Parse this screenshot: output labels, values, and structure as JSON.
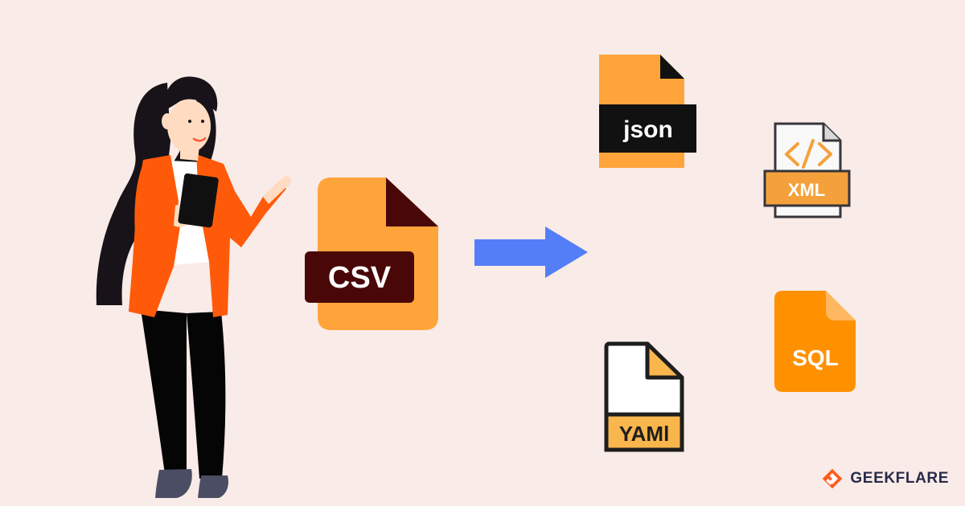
{
  "source_file": {
    "label": "CSV"
  },
  "targets": [
    {
      "label": "json"
    },
    {
      "label": "XML"
    },
    {
      "label": "SQL"
    },
    {
      "label": "YAMl"
    }
  ],
  "brand": {
    "name": "GEEKFLARE"
  },
  "colors": {
    "background": "#f9ebe7",
    "file_orange": "#ffa43a",
    "csv_banner": "#4a0707",
    "arrow_blue": "#537ef8",
    "sql_orange": "#ff9100",
    "xml_orange": "#f5a13b",
    "yaml_yellow": "#f8b64c",
    "brand_orange": "#ff5a1f"
  }
}
